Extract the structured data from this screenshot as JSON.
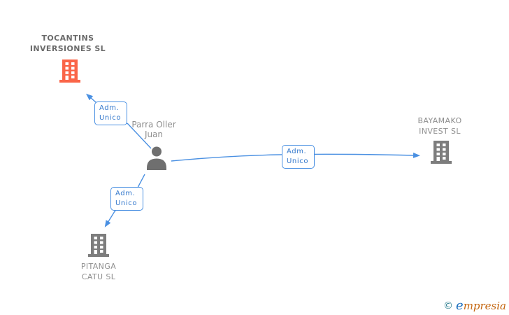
{
  "diagram": {
    "person": {
      "name_lines": [
        "Parra Oller",
        "Juan"
      ]
    },
    "companies": {
      "tocantins": {
        "name_lines": [
          "TOCANTINS",
          "INVERSIONES SL"
        ],
        "highlighted": true
      },
      "bayamako": {
        "name_lines": [
          "BAYAMAKO",
          "INVEST SL"
        ],
        "highlighted": false
      },
      "pitanga": {
        "name_lines": [
          "PITANGA",
          "CATU SL"
        ],
        "highlighted": false
      }
    },
    "relationships": {
      "to_tocantins": {
        "from": "Parra Oller Juan",
        "to": "TOCANTINS INVERSIONES SL",
        "label": "Adm. Unico",
        "label_lines": [
          "Adm.",
          "Unico"
        ]
      },
      "to_bayamako": {
        "from": "Parra Oller Juan",
        "to": "BAYAMAKO INVEST SL",
        "label": "Adm. Unico",
        "label_lines": [
          "Adm.",
          "Unico"
        ]
      },
      "to_pitanga": {
        "from": "Parra Oller Juan",
        "to": "PITANGA CATU SL",
        "label": "Adm. Unico",
        "label_lines": [
          "Adm.",
          "Unico"
        ]
      }
    }
  },
  "footer": {
    "copyright_symbol": "©",
    "brand_initial": "e",
    "brand_rest": "mpresia"
  },
  "colors": {
    "arrow_blue": "#4a90e2",
    "label_blue": "#3579cc",
    "company_gray": "#7d7d7d",
    "person_gray": "#6f6f6f",
    "highlight_orange": "#fa6548",
    "text_gray": "#8e8e8e",
    "title_gray": "#6b6b6b",
    "logo_teal": "#2e7f90",
    "logo_blue": "#1c6fbf",
    "logo_orange": "#c4650e"
  }
}
